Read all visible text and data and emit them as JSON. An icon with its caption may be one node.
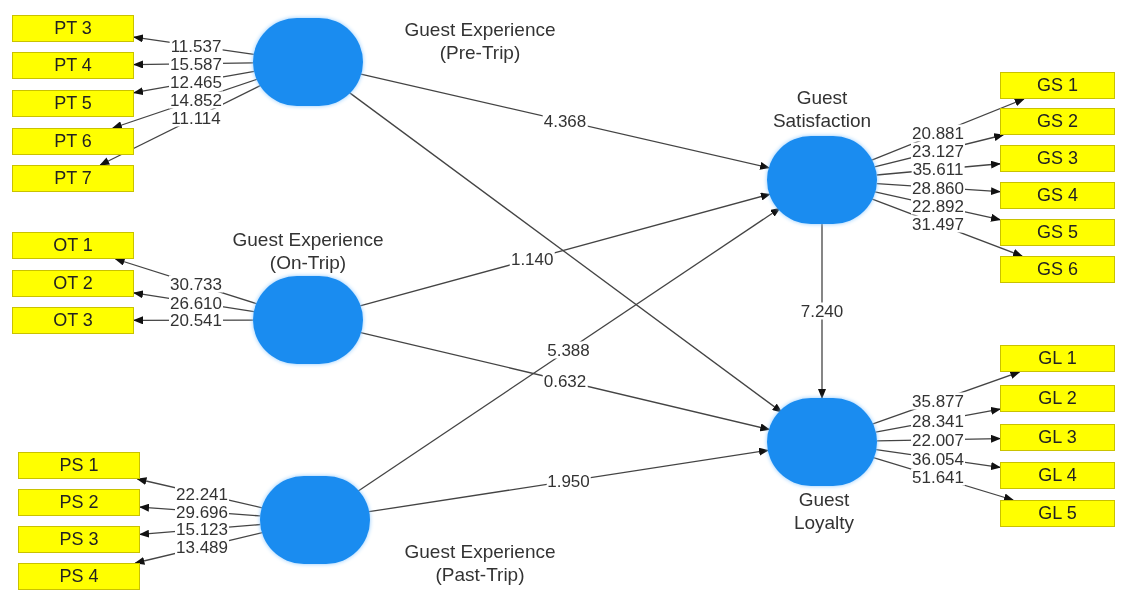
{
  "diagram": {
    "nodes": [
      {
        "text": [
          "Guest Experience (Pre-Trip)"
        ]
      },
      {
        "text": [
          "Guest Experience (On-Trip)"
        ]
      },
      {
        "text": [
          "Guest Experience (Past-Trip)"
        ]
      },
      {
        "text": [
          "Guest Satisfaction"
        ]
      },
      {
        "text": [
          "Guest Loyalty"
        ]
      },
      {
        "text": [
          "PT 3"
        ]
      },
      {
        "text": [
          "PT 4"
        ]
      },
      {
        "text": [
          "PT 5"
        ]
      },
      {
        "text": [
          "PT 6"
        ]
      },
      {
        "text": [
          "PT 7"
        ]
      },
      {
        "text": [
          "OT 1"
        ]
      },
      {
        "text": [
          "OT 2"
        ]
      },
      {
        "text": [
          "OT 3"
        ]
      },
      {
        "text": [
          "PS 1"
        ]
      },
      {
        "text": [
          "PS 2"
        ]
      },
      {
        "text": [
          "PS 3"
        ]
      },
      {
        "text": [
          "PS 4"
        ]
      },
      {
        "text": [
          "GS 1"
        ]
      },
      {
        "text": [
          "GS 2"
        ]
      },
      {
        "text": [
          "GS 3"
        ]
      },
      {
        "text": [
          "GS 4"
        ]
      },
      {
        "text": [
          "GS 5"
        ]
      },
      {
        "text": [
          "GS 6"
        ]
      },
      {
        "text": [
          "GL 1"
        ]
      },
      {
        "text": [
          "GL 2"
        ]
      },
      {
        "text": [
          "GL 3"
        ]
      },
      {
        "text": [
          "GL 4"
        ]
      },
      {
        "text": [
          "GL 5"
        ]
      }
    ],
    "edges": [
      {
        "from": 0,
        "to": 3,
        "arrow": "to",
        "label": "4.368"
      },
      {
        "from": 0,
        "to": 4,
        "arrow": "to"
      },
      {
        "from": 1,
        "to": 3,
        "arrow": "to",
        "label": "1.140"
      },
      {
        "from": 1,
        "to": 4,
        "arrow": "to",
        "label": "0.632"
      },
      {
        "from": 2,
        "to": 3,
        "arrow": "to",
        "label": "5.388"
      },
      {
        "from": 2,
        "to": 4,
        "arrow": "to",
        "label": "1.950"
      },
      {
        "from": 3,
        "to": 4,
        "arrow": "to",
        "label": "7.240"
      },
      {
        "from": 0,
        "to": 5,
        "arrow": "to",
        "label": "11.537"
      },
      {
        "from": 0,
        "to": 6,
        "arrow": "to",
        "label": "15.587"
      },
      {
        "from": 0,
        "to": 7,
        "arrow": "to",
        "label": "12.465"
      },
      {
        "from": 0,
        "to": 8,
        "arrow": "to",
        "label": "14.852"
      },
      {
        "from": 0,
        "to": 9,
        "arrow": "to",
        "label": "11.114"
      },
      {
        "from": 1,
        "to": 10,
        "arrow": "to",
        "label": "30.733"
      },
      {
        "from": 1,
        "to": 11,
        "arrow": "to",
        "label": "26.610"
      },
      {
        "from": 1,
        "to": 12,
        "arrow": "to",
        "label": "20.541"
      },
      {
        "from": 2,
        "to": 13,
        "arrow": "to",
        "label": "22.241"
      },
      {
        "from": 2,
        "to": 14,
        "arrow": "to",
        "label": "29.696"
      },
      {
        "from": 2,
        "to": 15,
        "arrow": "to",
        "label": "15.123"
      },
      {
        "from": 2,
        "to": 16,
        "arrow": "to",
        "label": "13.489"
      },
      {
        "from": 3,
        "to": 17,
        "arrow": "to",
        "label": "20.881"
      },
      {
        "from": 3,
        "to": 18,
        "arrow": "to",
        "label": "23.127"
      },
      {
        "from": 3,
        "to": 19,
        "arrow": "to",
        "label": "35.611"
      },
      {
        "from": 3,
        "to": 20,
        "arrow": "to",
        "label": "28.860"
      },
      {
        "from": 3,
        "to": 21,
        "arrow": "to",
        "label": "22.892"
      },
      {
        "from": 3,
        "to": 22,
        "arrow": "to",
        "label": "31.497"
      },
      {
        "from": 4,
        "to": 23,
        "arrow": "to",
        "label": "35.877"
      },
      {
        "from": 4,
        "to": 24,
        "arrow": "to",
        "label": "28.341"
      },
      {
        "from": 4,
        "to": 25,
        "arrow": "to",
        "label": "22.007"
      },
      {
        "from": 4,
        "to": 26,
        "arrow": "to",
        "label": "36.054"
      },
      {
        "from": 4,
        "to": 27,
        "arrow": "to",
        "label": "51.641"
      }
    ]
  }
}
